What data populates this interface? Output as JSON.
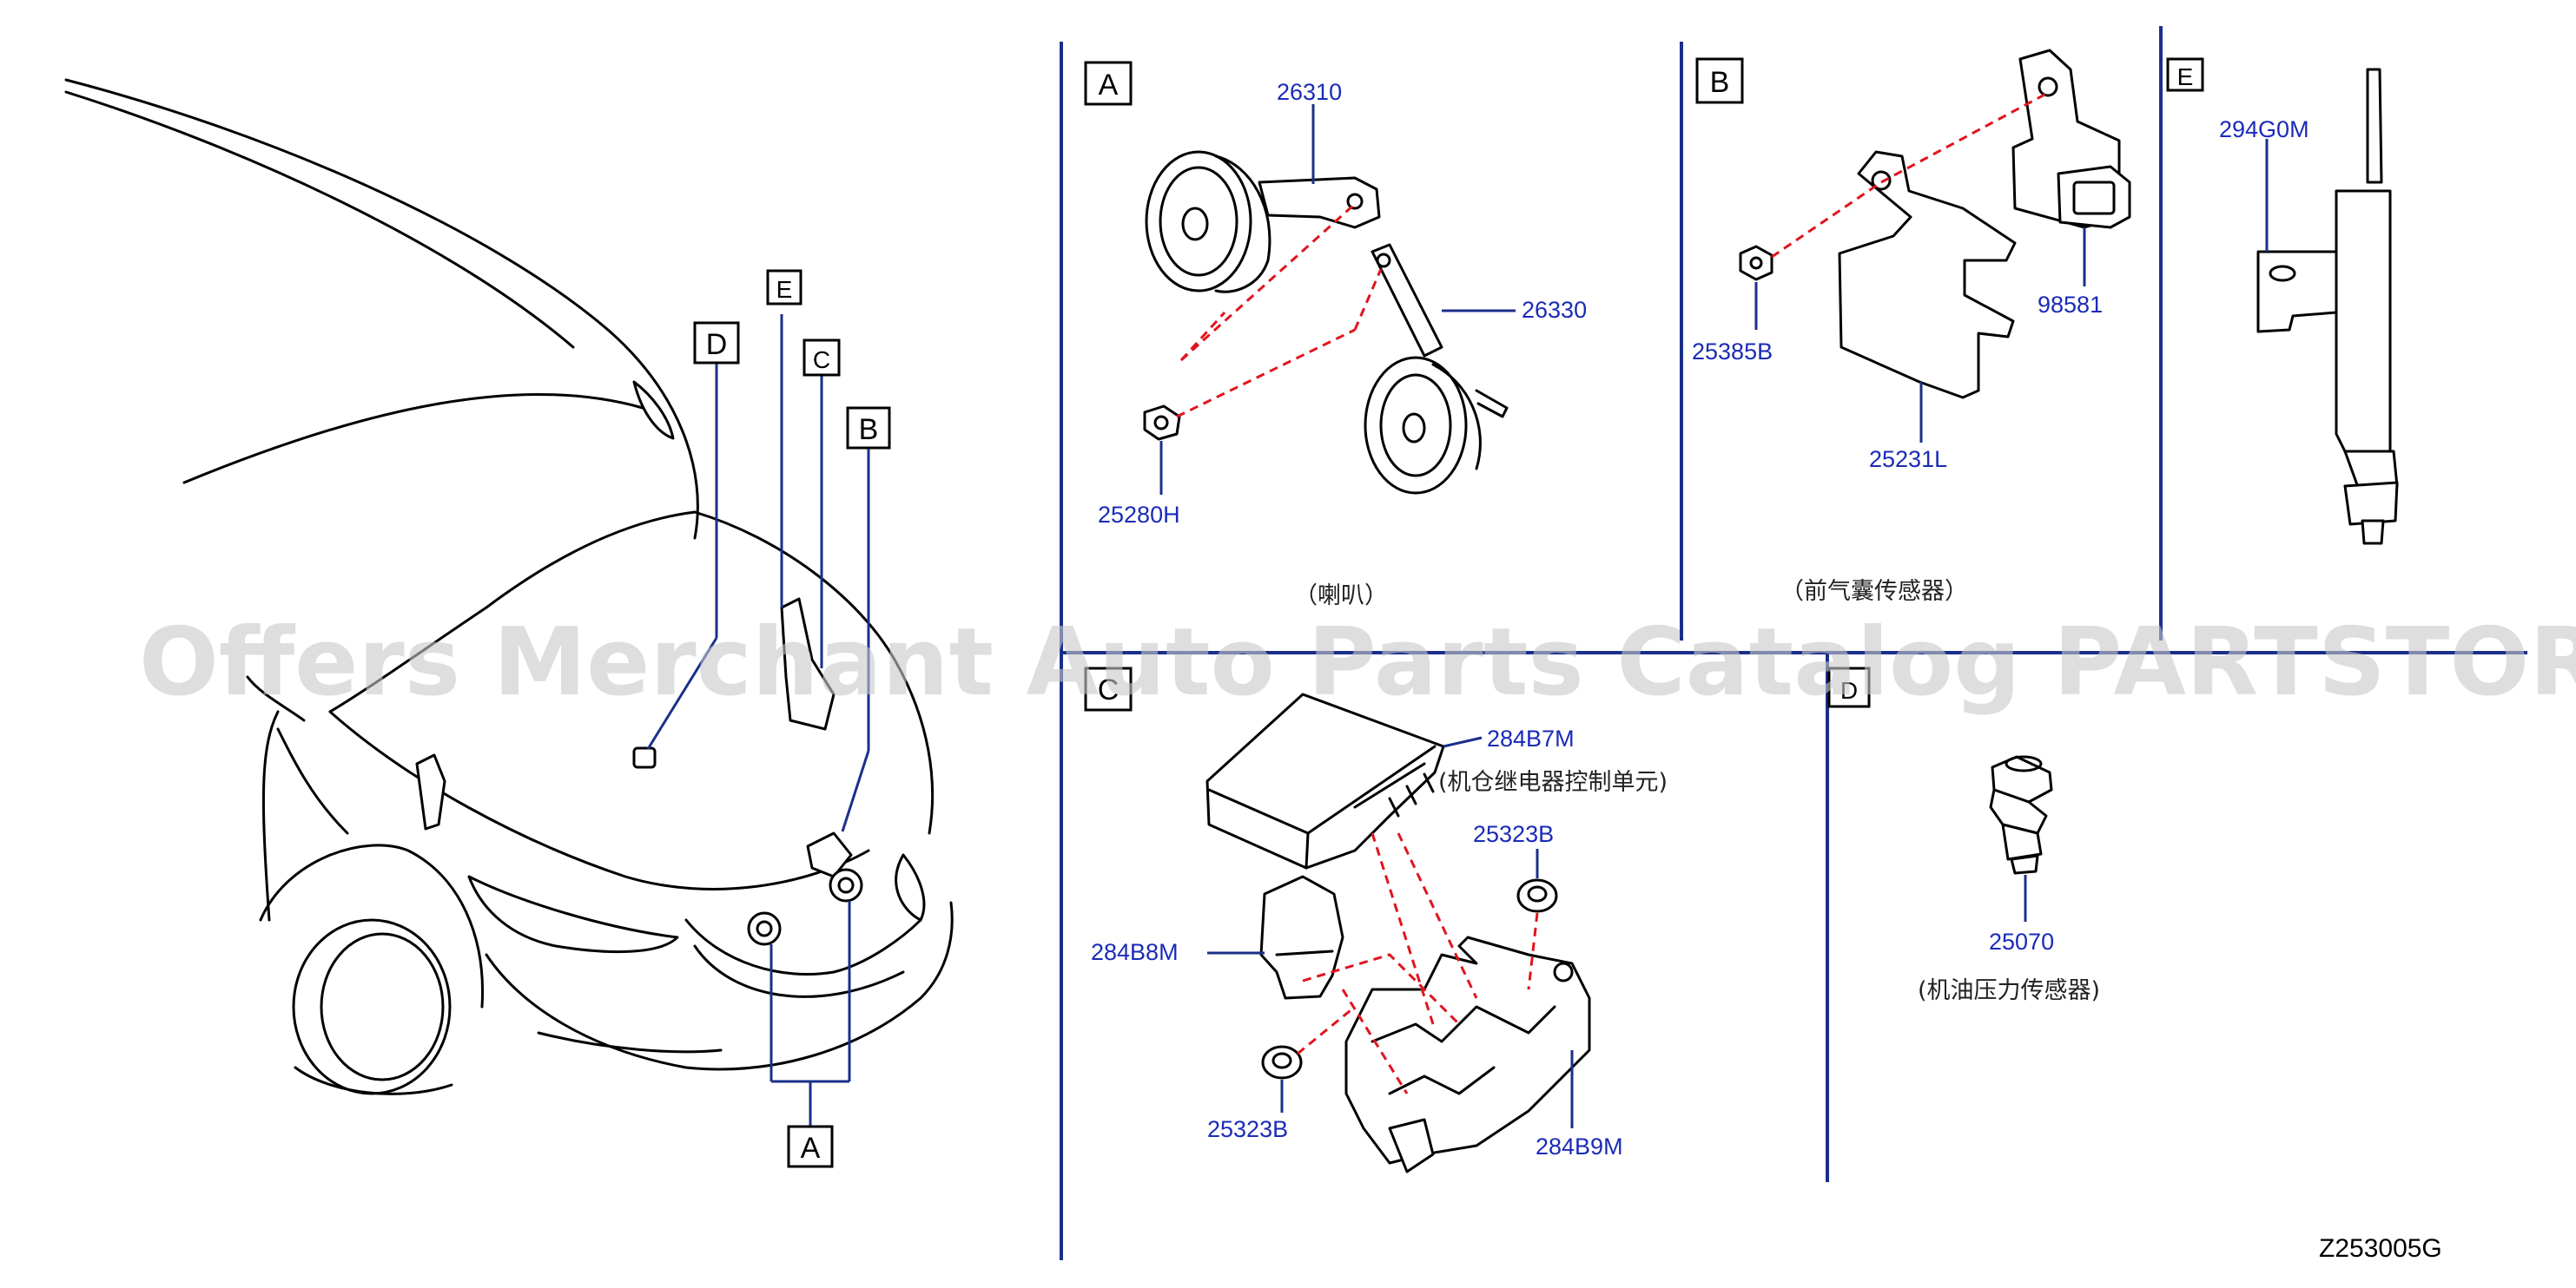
{
  "diagram_code": "Z253005G",
  "watermark": "Offers Merchant Auto Parts Catalog PARTSTORE.SA",
  "overview": {
    "callouts": [
      "E",
      "D",
      "C",
      "B",
      "A"
    ]
  },
  "panels": {
    "A": {
      "label": "A",
      "caption": "（喇叭）",
      "parts": [
        "26310",
        "26330",
        "25280H"
      ]
    },
    "B": {
      "label": "B",
      "caption": "（前气囊传感器）",
      "parts": [
        "98581",
        "25385B",
        "25231L"
      ]
    },
    "E": {
      "label": "E",
      "parts": [
        "294G0M"
      ]
    },
    "C": {
      "label": "C",
      "parts": [
        "284B7M",
        "25323B",
        "284B8M",
        "25323B",
        "284B9M"
      ],
      "caption": "(机仓继电器控制单元)"
    },
    "D": {
      "label": "D",
      "parts": [
        "25070"
      ],
      "caption": "(机油压力传感器)"
    }
  }
}
